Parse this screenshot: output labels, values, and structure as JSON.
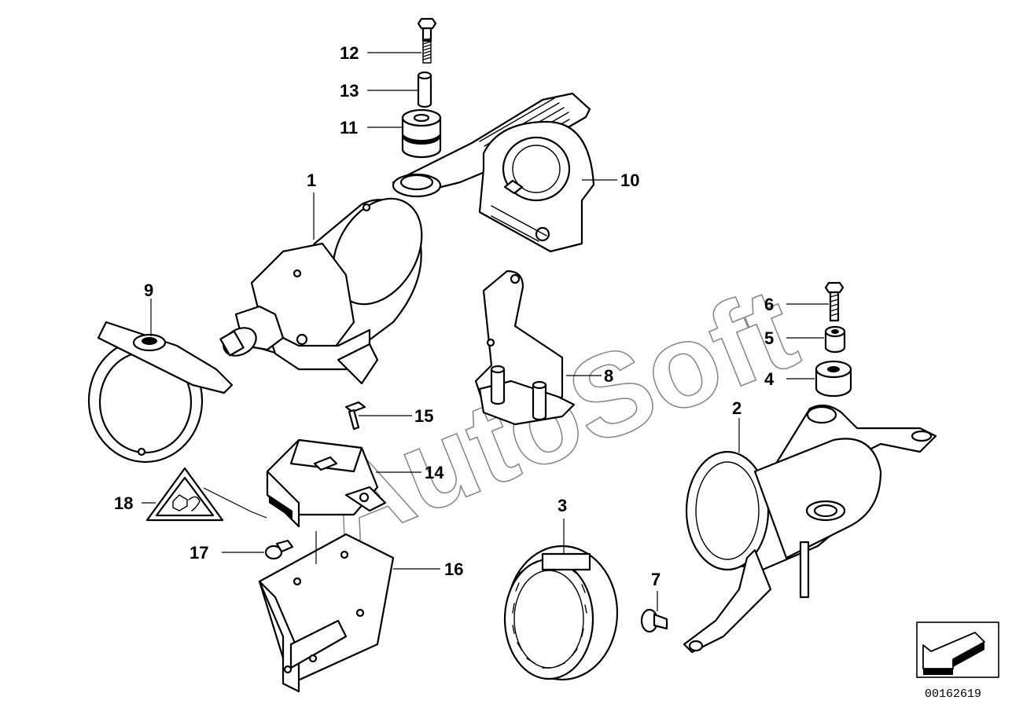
{
  "watermark": "AutoSoft",
  "document_number": "00162619",
  "callouts": [
    {
      "id": "1",
      "label": "1"
    },
    {
      "id": "2",
      "label": "2"
    },
    {
      "id": "3",
      "label": "3"
    },
    {
      "id": "4",
      "label": "4"
    },
    {
      "id": "5",
      "label": "5"
    },
    {
      "id": "6",
      "label": "6"
    },
    {
      "id": "7",
      "label": "7"
    },
    {
      "id": "8",
      "label": "8"
    },
    {
      "id": "9",
      "label": "9"
    },
    {
      "id": "10",
      "label": "10"
    },
    {
      "id": "11",
      "label": "11"
    },
    {
      "id": "12",
      "label": "12"
    },
    {
      "id": "13",
      "label": "13"
    },
    {
      "id": "14",
      "label": "14"
    },
    {
      "id": "15",
      "label": "15"
    },
    {
      "id": "16",
      "label": "16"
    },
    {
      "id": "17",
      "label": "17"
    },
    {
      "id": "18",
      "label": "18"
    }
  ],
  "icons": {
    "nav_arrow": "down-left-arrow-icon",
    "warning_triangle": "triangle-connector-icon"
  }
}
